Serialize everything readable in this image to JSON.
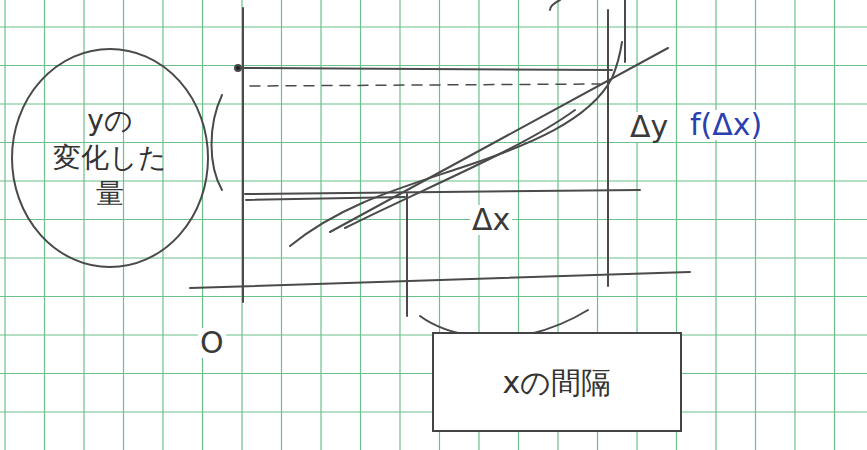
{
  "diagram": {
    "nodes": [
      {
        "text": [
          "yの 変化した 量"
        ]
      },
      {
        "text": [
          "xの間隔"
        ]
      }
    ],
    "labels": [
      "Δx",
      "Δy",
      "f(Δx)",
      "O"
    ]
  }
}
